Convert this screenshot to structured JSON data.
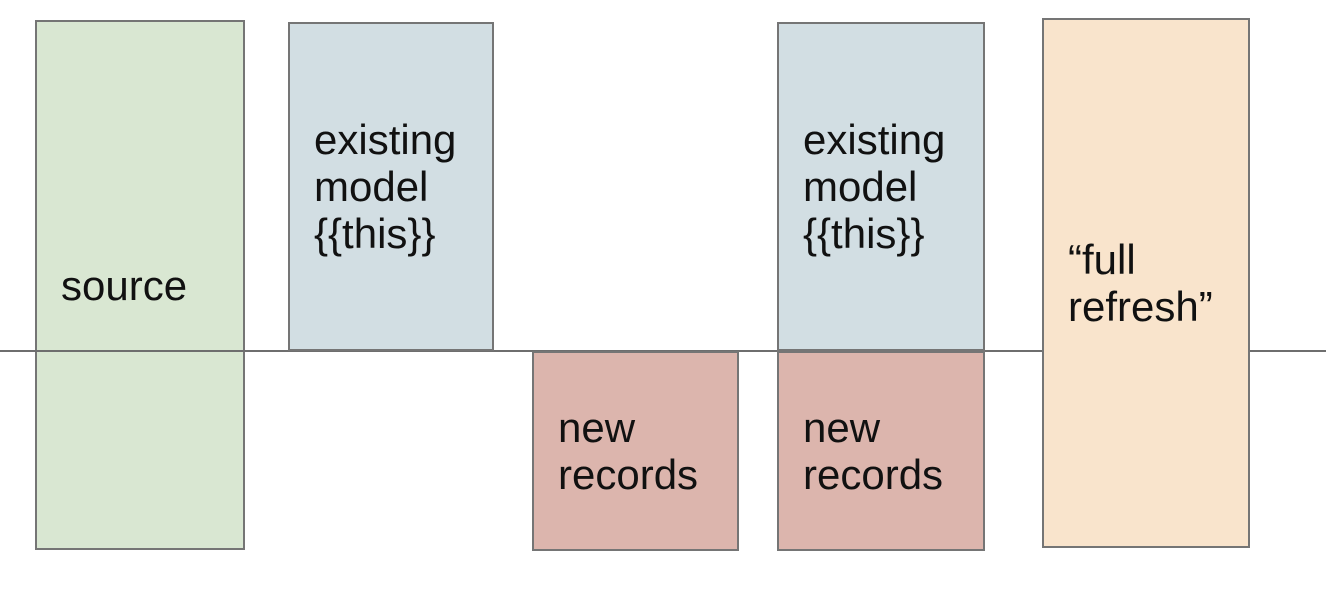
{
  "canvas": {
    "background": "#ffffff"
  },
  "divider": {
    "color": "#6e6e6e"
  },
  "boxes": [
    {
      "id": "source",
      "label": "source",
      "fill": "#d9e7d2",
      "border": "#757575"
    },
    {
      "id": "existing-model-1",
      "label": "existing\nmodel\n{{this}}",
      "fill": "#d2dee3",
      "border": "#757575"
    },
    {
      "id": "new-records-1",
      "label": "new\nrecords",
      "fill": "#dcb5ad",
      "border": "#757575"
    },
    {
      "id": "existing-model-2",
      "label": "existing\nmodel\n{{this}}",
      "fill": "#d2dee3",
      "border": "#757575"
    },
    {
      "id": "new-records-2",
      "label": "new\nrecords",
      "fill": "#dcb5ad",
      "border": "#757575"
    },
    {
      "id": "full-refresh",
      "label": "“full\nrefresh”",
      "fill": "#f9e4cc",
      "border": "#757575"
    }
  ]
}
